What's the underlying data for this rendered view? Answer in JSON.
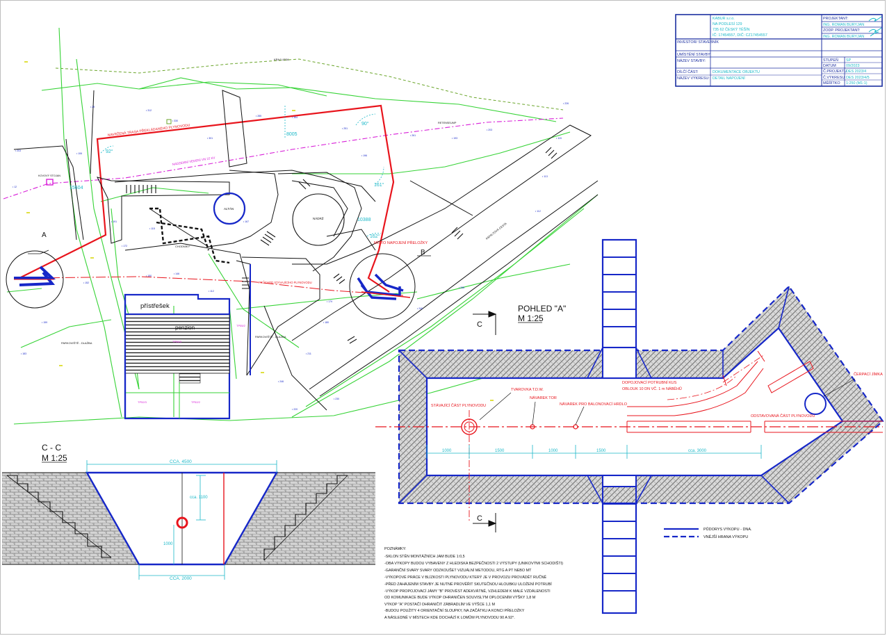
{
  "title_block": {
    "company": [
      "KABUR s.r.o.",
      "NA PODLESÍ 129",
      "735 62 ČESKÝ TĚŠÍN",
      "IČ: 17454557, DIČ: CZ17454557"
    ],
    "right_labels": [
      "PROJEKTANT:",
      "ZODP. PROJEKTANT:"
    ],
    "right_values": [
      "ING. ROMAN BURYJAN",
      "ING. ROMAN BURYJAN"
    ],
    "rows": [
      {
        "label": "INVESTOR/ STAVEBNÍK",
        "value": ""
      },
      {
        "label": "UMÍSTĚNÍ STAVBY:",
        "value": ""
      },
      {
        "label": "NÁZEV STAVBY:",
        "value": ""
      },
      {
        "label": "DÍLČÍ ČÁST:",
        "value": "DOKUMENTACE OBJEKTU"
      },
      {
        "label": "NÁZEV VÝKRESU:",
        "value": "DETAIL NAPOJENÍ"
      }
    ],
    "meta": [
      {
        "label": "STUPEŇ",
        "value": "SP"
      },
      {
        "label": "DATUM",
        "value": "09/2023"
      },
      {
        "label": "Č.PROJEKTU",
        "value": "DES 2023/4"
      },
      {
        "label": "Č.VÝKRESU",
        "value": "DES 2023/4/5"
      },
      {
        "label": "MĚŘÍTKO",
        "value": "1:250 (M1:1)"
      }
    ]
  },
  "site": {
    "kraj_lesa": "KRAJ LESA",
    "trasa": "NAVRŽENÁ TRASA PŘEKLÁDANÉHO PLYNOVODU",
    "vedeni": "NADZEMNÍ VEDENÍ VN 22 KV",
    "altan": "ALTÁN",
    "nadrz": "NÁDRŽ",
    "pristresek": "přístřešek",
    "penzion": "penzion",
    "parkoviste_1": "PARKOVIŠTĚ - DLAŽBA",
    "parkoviste_2": "PARKOVIŠTĚ - DLAŽBA",
    "chodnik": "CHODNÍKY",
    "misto": "MÍSTO NAPOJENÍ PŘELOŽKY",
    "pruchod": "PRŮCHOD STÁVAJÍCÍHO PLYNOVODU",
    "label_a": "A",
    "label_b": "B",
    "dim_1": "8005",
    "dim_2": "10388",
    "dim_3": "15604",
    "ang_92": "92°",
    "ang_90": "90°",
    "ang_161": "161°",
    "ang_162": "162°",
    "kovovy": "KOVOVÝ STOJAN",
    "komunikace": "ASFALTOVÁ CESTA",
    "retinkl": "RETENSEUMP",
    "tp": [
      "TP55/3",
      "TP55/2",
      "TP52/3",
      "TP52/2"
    ]
  },
  "pohled": {
    "title": "POHLED \"A\"",
    "scale": "M 1:25",
    "cut": "C",
    "labels": {
      "stavajici": "STÁVAJÍCÍ ČÁST PLYNOVODU",
      "tvarovka": "TVAROVKA T.D.W.",
      "navarek_tor": "NÁVAREK TOR",
      "navarek_bal": "NÁVAREK PRO BALONOVACÍ HRDLO",
      "dopojovaci_1": "DOPOJOVACÍ POTRUBNÍ KUS",
      "dopojovaci_2": "OBLOUK 10 DN VČ. 1 m NÁBĚHŮ",
      "cerpaci": "ČERPACÍ JÍMKA",
      "odstavovana": "ODSTAVOVANÁ ČÁST PLYNOVODU"
    },
    "dims": [
      "1000",
      "1500",
      "1000",
      "1500",
      "cca. 3000"
    ]
  },
  "section": {
    "title": "C - C",
    "scale": "M 1:25",
    "top_dim": "CCA. 4500",
    "bottom_dim": "CCA. 2000",
    "dim_1100": "cca. 1100",
    "dim_1000": "1000"
  },
  "legend": [
    {
      "style": "solid",
      "label": "PŮDORYS VÝKOPU - DNA."
    },
    {
      "style": "dashed",
      "label": "VNĚJŠÍ HRANA VÝKOPU"
    }
  ],
  "notes": {
    "title": "POZNÁMKY:",
    "lines": [
      "-SKLON STĚN MONTÁŽNÍCH JAM BUDE 1:0,5",
      "-OBA VÝKOPY BUDOU VYBAVENY Z HLEDISKA BEZPEČNOSTI 2 VÝSTUPY (UNIKOVÝMI SCHODIŠTI)",
      "-GARANČNÍ SVARY SVARY ODZKOUŠET VIZUÁLNÍ METODOU, RTG A PT NEBO MT",
      "-VÝKOPOVÉ PRÁCE V BLÍZKOSTI PLYNOVODU KTERÝ JE V PROVOZU PROVÁDĚT RUČNĚ",
      "-PŘED ZAHÁJENÍM STAVBY JE NUTNÉ PROVĚŘIT SKUTEČNOU HLOUBKU ULOŽENÍ POTRUBÍ",
      "-VÝKOP PROPOJOVACÍ JÁMY \"B\" PROVÉST ADEKVÁTNĚ, VZHLEDEM K MALÉ VZDÁLENOSTI",
      "OD KOMUNIKACE BUDE VÝKOP OHRANIČEN SOUVISLÝM OPLOCENÍM VÝŠKY 1,8 M",
      "VÝKOP \"A\" POSTAČÍ OHRANIČIT ZÁBRADLÍM VE VÝŠCE 1,1 M",
      "-BUDOU POUŽITY 4 ORIENTAČNÍ SLOUPKY, NA ZAČÁTKU A KONCI PŘELOŽKY",
      "A NÁSLEDNĚ V MÍSTECH KDE DOCHÁZÍ K LOMŮM PLYNOVODU 90 A 92°."
    ]
  },
  "colors": {
    "red": "#e8141c",
    "blue": "#1627c8",
    "green": "#35d335",
    "magenta": "#d81fd8",
    "cyan": "#1ab8c8",
    "olive": "#6aa52a",
    "black": "#111111"
  }
}
